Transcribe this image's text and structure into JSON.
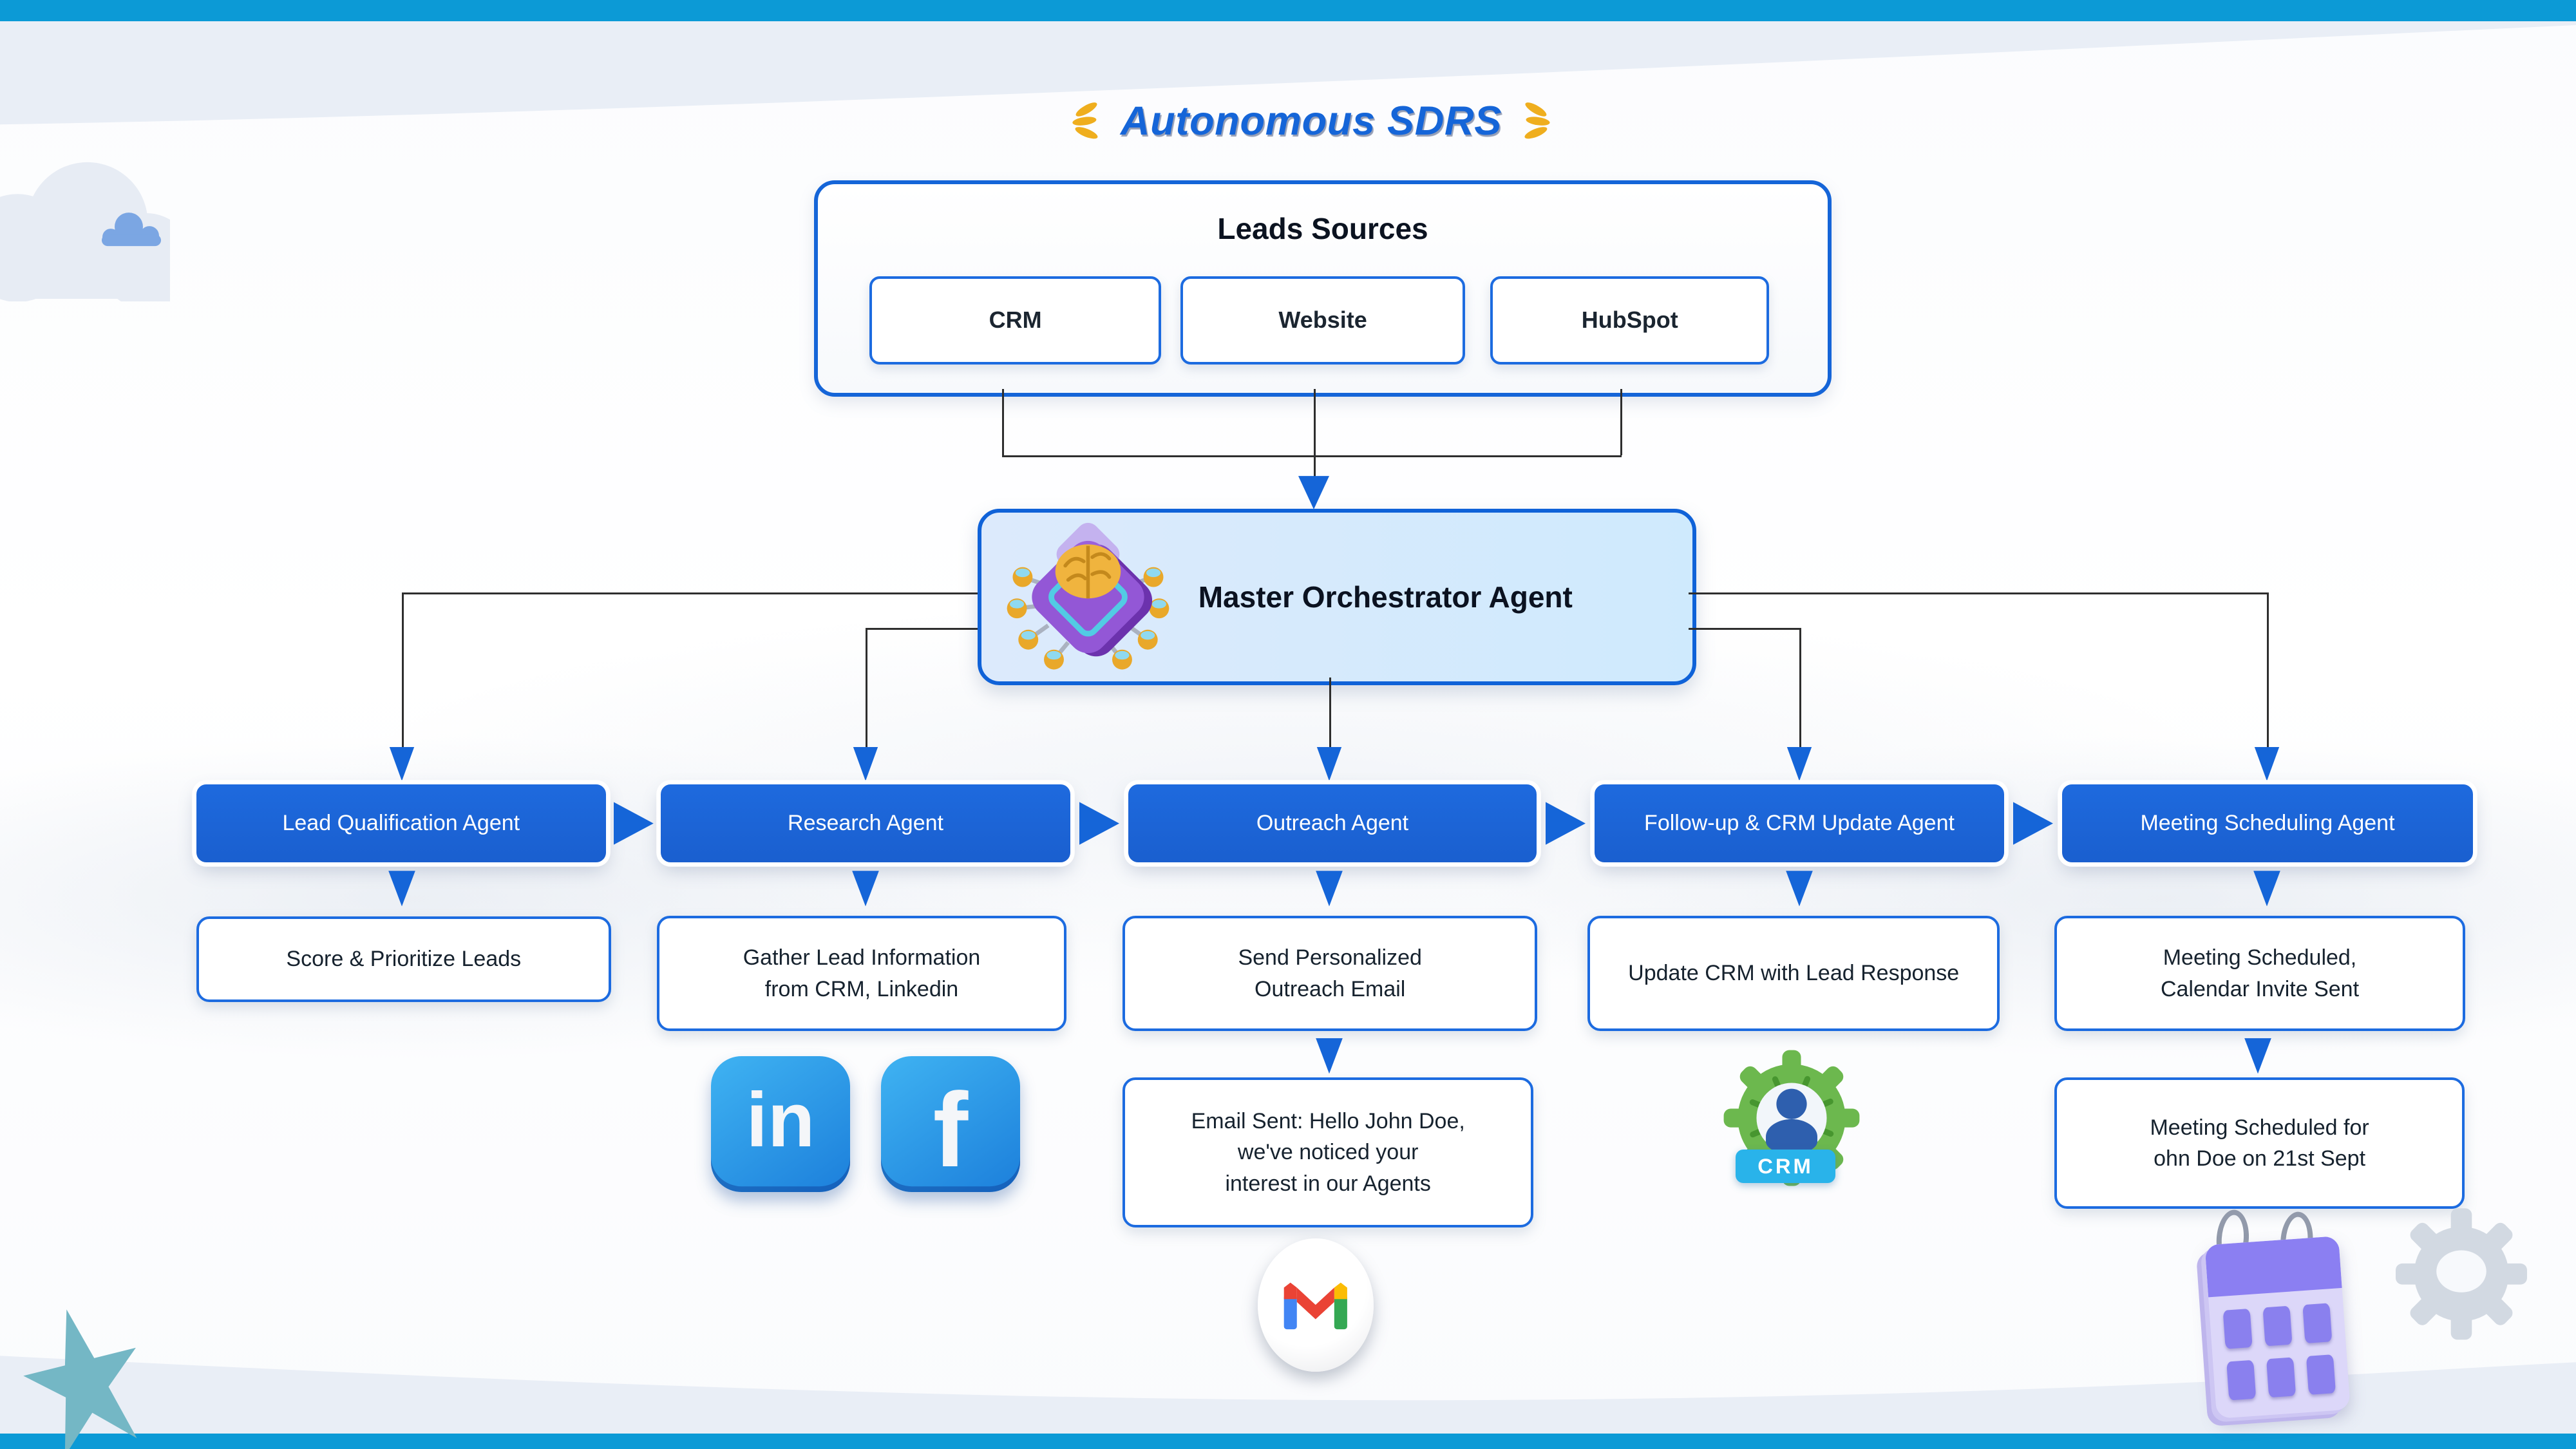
{
  "page": {
    "title": "Autonomous SDRS"
  },
  "leads_sources": {
    "title": "Leads Sources",
    "items": [
      {
        "label": "CRM"
      },
      {
        "label": "Website"
      },
      {
        "label": "HubSpot"
      }
    ]
  },
  "master": {
    "label": "Master Orchestrator Agent"
  },
  "agents": [
    {
      "label": "Lead Qualification Agent",
      "output": "Score & Prioritize Leads"
    },
    {
      "label": "Research Agent",
      "output": "Gather Lead Information\nfrom CRM, Linkedin"
    },
    {
      "label": "Outreach Agent",
      "output": "Send Personalized\nOutreach Email",
      "result": "Email Sent: Hello John Doe,\nwe've noticed your\ninterest in our Agents"
    },
    {
      "label": "Follow-up & CRM Update Agent",
      "output": "Update CRM with Lead Response"
    },
    {
      "label": "Meeting Scheduling Agent",
      "output": "Meeting Scheduled,\nCalendar Invite Sent",
      "result": "Meeting Scheduled for\nohn Doe on 21st Sept"
    }
  ],
  "icons": {
    "linkedin_glyph": "in",
    "facebook_glyph": "f",
    "crm_label": "CRM",
    "names": [
      "laurel-wings-icon",
      "ai-brain-chip-icon",
      "linkedin-icon",
      "facebook-icon",
      "gmail-icon",
      "crm-gear-icon",
      "calendar-icon",
      "gear-icon",
      "star-shape",
      "cloud-shape"
    ]
  },
  "colors": {
    "accent_blue": "#1565d8",
    "agent_fill": "#1b61d3",
    "bar_cyan": "#0c9ad6",
    "band_gray_blue": "#e9eef6",
    "gold": "#efae1e",
    "star_teal": "#74b7c5",
    "crm_green": "#6cb84e",
    "calendar_purple": "#8b7ff2",
    "text_dark": "#16222e"
  }
}
